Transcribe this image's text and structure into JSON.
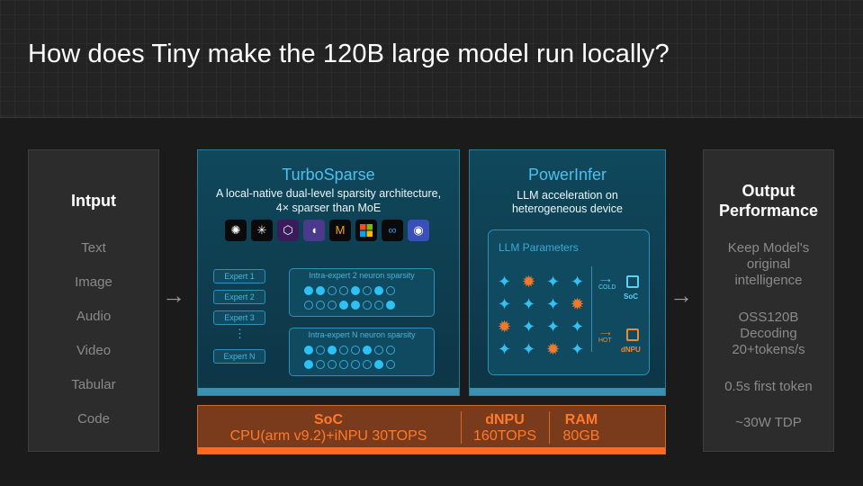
{
  "title": "How does Tiny make the 120B large model run locally?",
  "input": {
    "heading": "Intput",
    "items": [
      "Text",
      "Image",
      "Audio",
      "Video",
      "Tabular",
      "Code"
    ]
  },
  "turbosparse": {
    "title": "TurboSparse",
    "subtitle_line1": "A local-native dual-level sparsity architecture,",
    "subtitle_line2": "4× sparser than MoE",
    "logos": [
      "openai-icon",
      "perplexity-icon",
      "qwen-icon",
      "deepseek-icon",
      "mistral-icon",
      "microsoft-icon",
      "meta-icon",
      "llama-icon"
    ],
    "experts": [
      "Expert 1",
      "Expert 2",
      "Expert 3",
      "⋮",
      "Expert N"
    ],
    "sparsity_top": {
      "label": "Intra-expert 2 neuron sparsity",
      "row1": [
        1,
        1,
        0,
        0,
        1,
        0,
        1,
        0
      ],
      "row2": [
        0,
        0,
        0,
        1,
        1,
        0,
        0,
        1
      ]
    },
    "sparsity_bottom": {
      "label": "Intra-expert N neuron sparsity",
      "row1": [
        1,
        0,
        1,
        0,
        0,
        1,
        0,
        0
      ],
      "row2": [
        1,
        0,
        0,
        0,
        0,
        0,
        1,
        0
      ]
    }
  },
  "powerinfer": {
    "title": "PowerInfer",
    "subtitle_line1": "LLM acceleration on",
    "subtitle_line2": "heterogeneous device",
    "params_label": "LLM Parameters",
    "cold_label": "COLD",
    "hot_label": "HOT",
    "soc_label": "SoC",
    "dnpu_label": "dNPU"
  },
  "hardware": {
    "soc_heading": "SoC",
    "soc_value": "CPU(arm v9.2)+iNPU 30TOPS",
    "dnpu_heading": "dNPU",
    "dnpu_value": "160TOPS",
    "ram_heading": "RAM",
    "ram_value": "80GB"
  },
  "output": {
    "heading_line1": "Output",
    "heading_line2": "Performance",
    "item1_l1": "Keep Model's",
    "item1_l2": "original",
    "item1_l3": "intelligence",
    "item2_l1": "OSS120B",
    "item2_l2": "Decoding",
    "item2_l3": "20+tokens/s",
    "item3": "0.5s first token",
    "item4": "~30W TDP"
  },
  "colors": {
    "accent_blue": "#4cc0ee",
    "accent_orange": "#ff7a2a",
    "panel_bg": "#0e3d4f"
  }
}
